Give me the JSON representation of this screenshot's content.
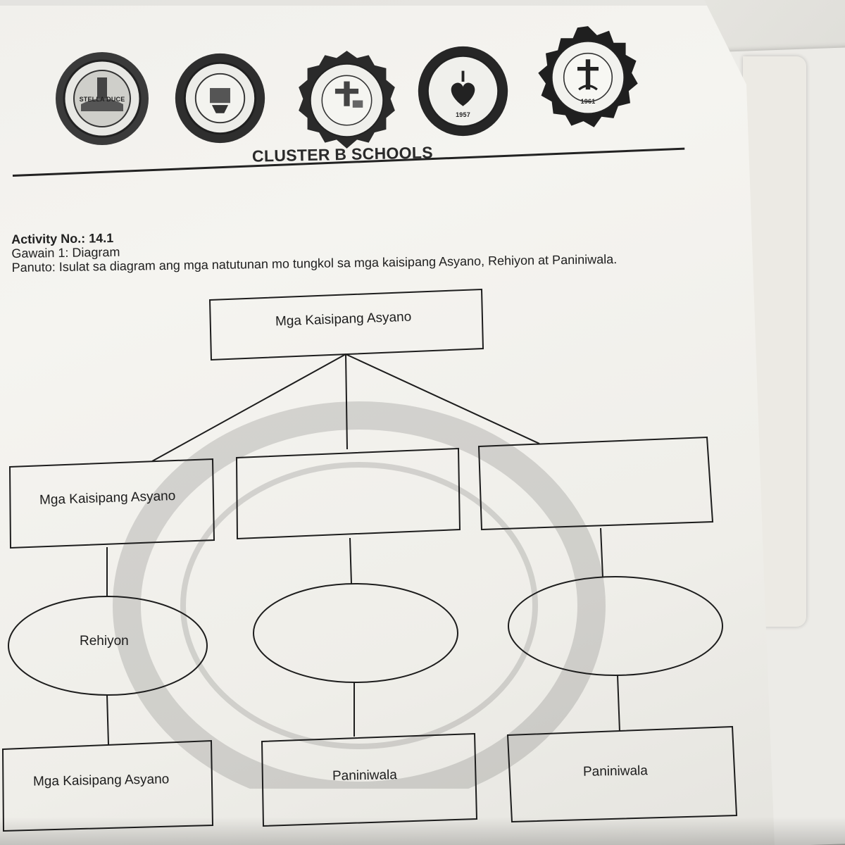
{
  "header": {
    "seals": [
      {
        "name": "seal-stella-duce",
        "text": "STELLA DUCE",
        "icon": "lighthouse-icon"
      },
      {
        "name": "seal-institute-of-technology",
        "text": "",
        "icon": "book-icon"
      },
      {
        "name": "seal-academy-of-magallanes",
        "text": "",
        "icon": "cross-book-icon"
      },
      {
        "name": "seal-immaculate-heart-of-mary-academy",
        "text": "1957",
        "icon": "heart-icon"
      },
      {
        "name": "seal-our-lady-of-caridad-academy",
        "text": "1961",
        "icon": "cross-icon"
      }
    ],
    "title": "CLUSTER B SCHOOLS"
  },
  "activity": {
    "number_label": "Activity No.: 14.1",
    "task": "Gawain 1: Diagram",
    "instruction": "Panuto: Isulat sa diagram ang mga natutunan mo tungkol sa mga kaisipang Asyano, Rehiyon at Paniniwala."
  },
  "diagram": {
    "root": "Mga Kaisipang Asyano",
    "level2": [
      "Mga Kaisipang Asyano",
      "",
      ""
    ],
    "level3": [
      "Rehiyon",
      "",
      ""
    ],
    "level4": [
      "Mga Kaisipang Asyano",
      "Paniniwala",
      "Paniniwala"
    ]
  },
  "colors": {
    "paper": "#f3f2ee",
    "ink": "#1d1d1d",
    "background": "#d9d8d3"
  }
}
